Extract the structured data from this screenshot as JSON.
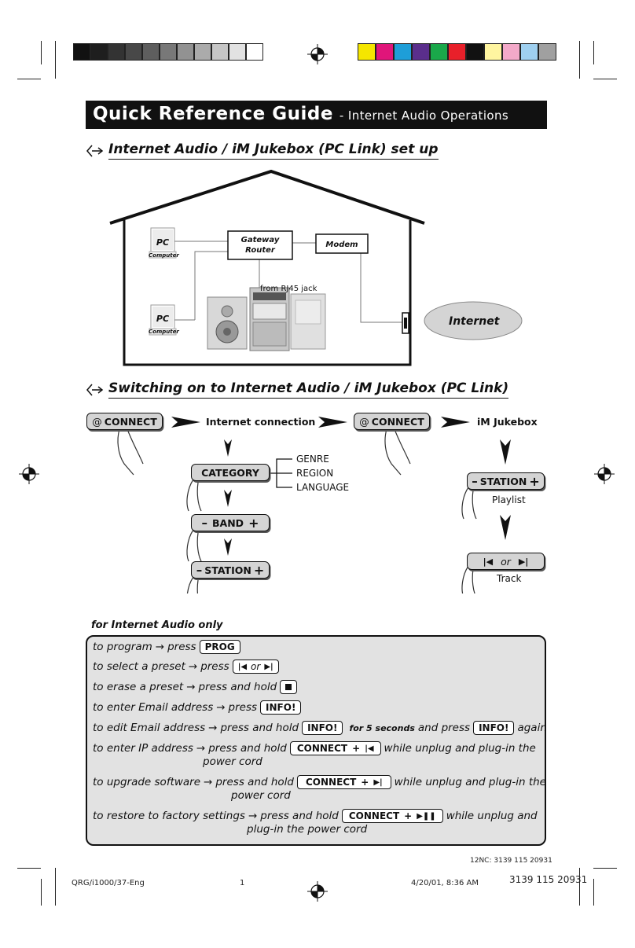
{
  "title": {
    "main": "Quick Reference Guide",
    "sub": "- Internet Audio Operations"
  },
  "section1": {
    "heading": "Internet Audio / iM Jukebox (PC Link) set up"
  },
  "diagram": {
    "pc1": "PC",
    "pc1_caption": "Computer",
    "pc2": "PC",
    "pc2_caption": "Computer",
    "gateway_line1": "Gateway",
    "gateway_line2": "Router",
    "modem": "Modem",
    "rj45": "from RJ45 jack",
    "internet": "Internet"
  },
  "section2": {
    "heading": "Switching on to Internet Audio / iM Jukebox (PC Link)"
  },
  "flow": {
    "connect1": "CONNECT",
    "internet_connection": "Internet connection",
    "connect2": "CONNECT",
    "im_jukebox": "iM Jukebox",
    "category": "CATEGORY",
    "genre": "GENRE",
    "region": "REGION",
    "language": "LANGUAGE",
    "band": "BAND",
    "station_left": "STATION",
    "station_right": "STATION",
    "playlist": "Playlist",
    "or": "or",
    "track": "Track"
  },
  "panel": {
    "heading": "for Internet Audio only",
    "r1": {
      "a": "to program",
      "b": "press",
      "key": "PROG"
    },
    "r2": {
      "a": "to select a preset",
      "b": "press",
      "key_or": "or"
    },
    "r3": {
      "a": "to erase a preset",
      "b": "press and hold"
    },
    "r4": {
      "a": "to enter Email address",
      "b": "press",
      "key": "INFO!"
    },
    "r5": {
      "a": "to edit Email address",
      "b": "press and hold",
      "key": "INFO!",
      "note": "for 5 seconds",
      "c": "and press",
      "key2": "INFO!",
      "d": "again"
    },
    "r6": {
      "a": "to enter IP address",
      "b": "press and hold",
      "key": "CONNECT",
      "c": "while unplug and plug-in the",
      "cont": "power cord"
    },
    "r7": {
      "a": "to upgrade software",
      "b": "press and hold",
      "key": "CONNECT",
      "c": "while unplug and plug-in the",
      "cont": "power cord"
    },
    "r8": {
      "a": "to restore to factory settings",
      "b": "press and hold",
      "key": "CONNECT",
      "c": "while unplug and",
      "cont": "plug-in the power cord"
    }
  },
  "footer": {
    "nc": "12NC: 3139 115 20931",
    "file": "QRG/i1000/37-Eng",
    "page": "1",
    "date": "4/20/01, 8:36 AM",
    "code": "3139 115 20931"
  },
  "colors": {
    "gray_swatches": [
      "#111111",
      "#1e1e1e",
      "#333333",
      "#484848",
      "#5e5e5e",
      "#787878",
      "#929292",
      "#ababab",
      "#c6c6c6",
      "#e2e2e2",
      "#ffffff"
    ],
    "color_swatches": [
      "#f5e600",
      "#e0157a",
      "#1e9ed8",
      "#5a2e8c",
      "#1aa84a",
      "#e8202a",
      "#111111",
      "#fff5a0",
      "#f3a9c9",
      "#9fd0f0",
      "#a0a0a0"
    ]
  }
}
